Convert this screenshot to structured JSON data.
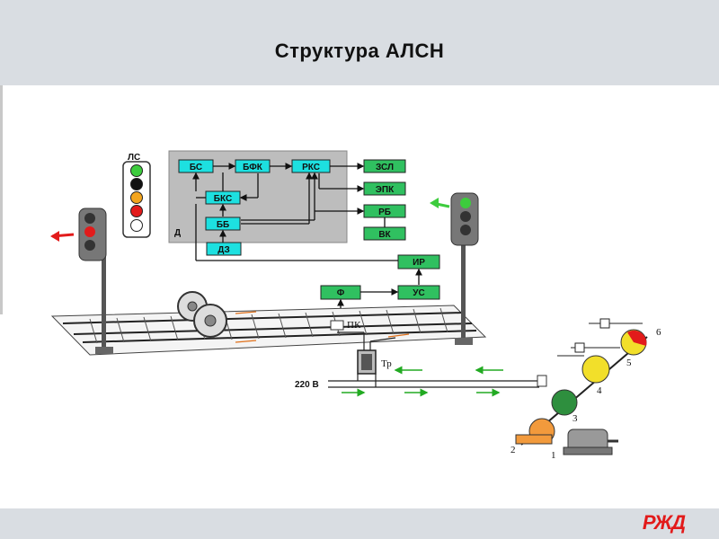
{
  "slide": {
    "title": "Структура АЛСН",
    "logo": "РЖД"
  },
  "colors": {
    "header_bg": "#d9dde2",
    "block_fill": "#1de0e0",
    "block_green": "#30c060",
    "panel_gray": "#bdbdbd",
    "arrow_green": "#22aa22",
    "arrow_red": "#dd2222"
  },
  "diagram": {
    "locomotive_signal_label": "ЛС",
    "panel_label": "Д",
    "blocks": {
      "bs": "БС",
      "bfk": "БФК",
      "rks": "РКС",
      "bks": "БКС",
      "bb": "ББ",
      "dz": "ДЗ",
      "zsl": "ЗСЛ",
      "epk": "ЭПК",
      "rb": "РБ",
      "vk": "ВК",
      "ir": "ИР",
      "f": "Ф",
      "us": "УС"
    },
    "pk_label": "ПК",
    "tr_label": "Тр",
    "voltage_label": "220 В",
    "part_numbers": [
      "1",
      "2",
      "3",
      "4",
      "5",
      "6"
    ]
  }
}
